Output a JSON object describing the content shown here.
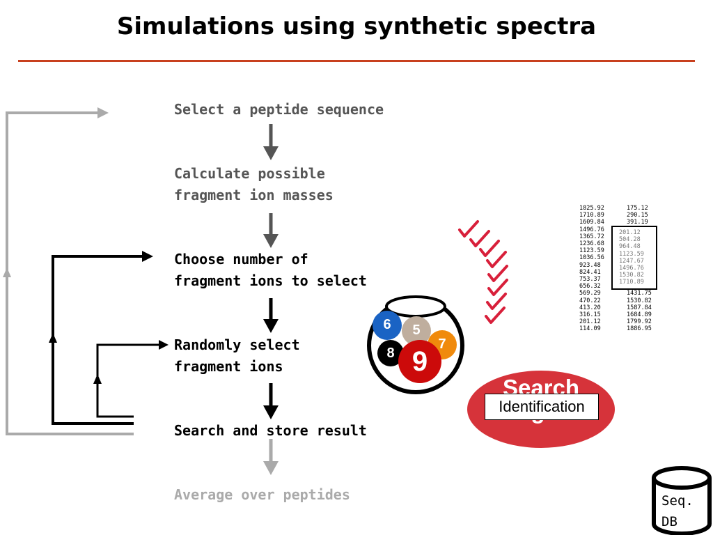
{
  "title": "Simulations using synthetic spectra",
  "steps": [
    {
      "text": "Select a peptide sequence",
      "color": "#555555"
    },
    {
      "text": "Calculate possible\nfragment ion masses",
      "color": "#555555"
    },
    {
      "text": "Choose number of\nfragment ions to select",
      "color": "#000000"
    },
    {
      "text": "Randomly select\nfragment ions",
      "color": "#000000"
    },
    {
      "text": "Search and store result",
      "color": "#000000"
    },
    {
      "text": "Average over peptides",
      "color": "#aaaaaa"
    }
  ],
  "bowl": {
    "balls": [
      {
        "label": "6",
        "color": "#1a63c4"
      },
      {
        "label": "5",
        "color": "#bfae9e"
      },
      {
        "label": "7",
        "color": "#f08a0c"
      },
      {
        "label": "8",
        "color": "#000000"
      },
      {
        "label": "9",
        "color": "#cc0a0a"
      }
    ]
  },
  "checkmarks": {
    "count": 8,
    "color": "#d81f3a"
  },
  "spectrum": {
    "left_column": [
      "1825.92",
      "1710.89",
      "1609.84",
      "1496.76",
      "1365.72",
      "1236.68",
      "1123.59",
      "1036.56",
      "923.48",
      "824.41",
      "753.37",
      "656.32",
      "569.29",
      "470.22",
      "413.20",
      "316.15",
      "201.12",
      "114.09"
    ],
    "right_column": [
      "175.12",
      "290.15",
      "391.19",
      "",
      "",
      "",
      "",
      "",
      "",
      "",
      "",
      "",
      "1431.75",
      "1530.82",
      "1587.84",
      "1684.89",
      "1799.92",
      "1886.95"
    ],
    "selected": [
      "201.12",
      "504.28",
      "964.48",
      "1123.59",
      "1247.67",
      "1496.76",
      "1530.82",
      "1710.89"
    ]
  },
  "search_engine": {
    "label": "Search\nengine",
    "identification": "Identification"
  },
  "database": {
    "label": "Seq.\nDB"
  }
}
